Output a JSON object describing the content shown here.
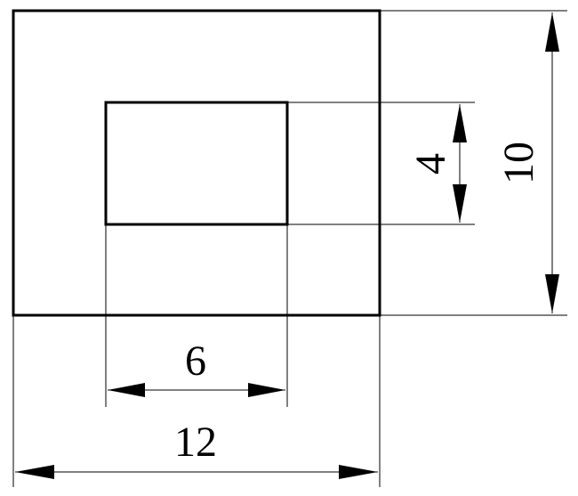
{
  "dimensions": {
    "outer_width": "12",
    "outer_height": "10",
    "inner_width": "6",
    "inner_height": "4"
  }
}
